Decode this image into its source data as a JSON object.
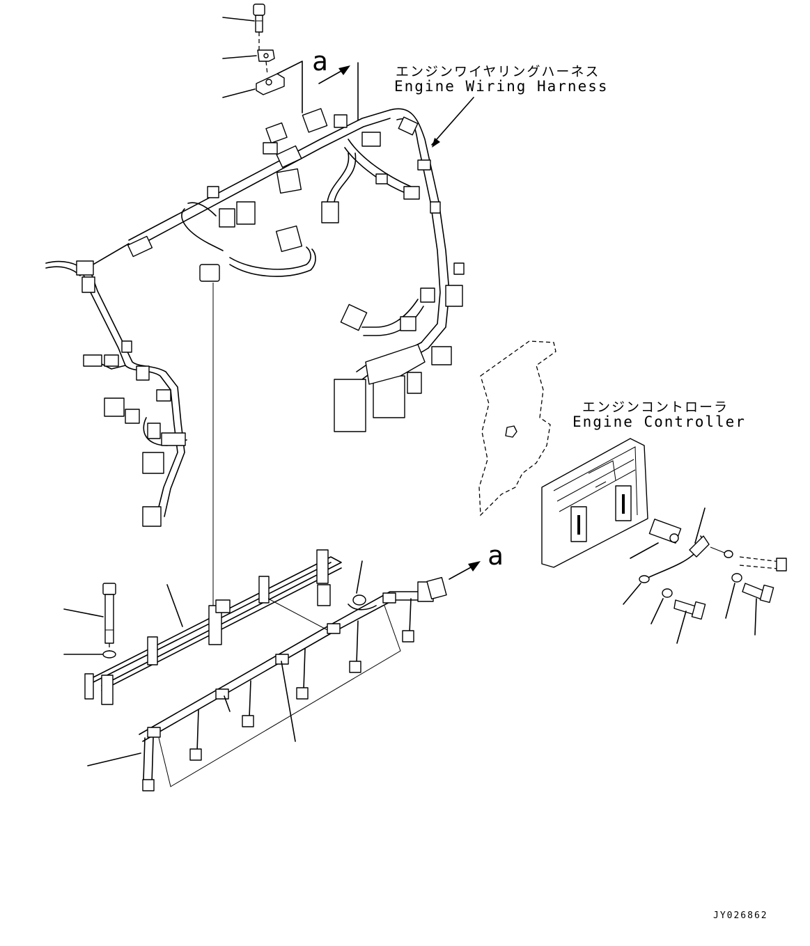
{
  "labels": {
    "harness_jp": "エンジンワイヤリングハーネス",
    "harness_en": "Engine Wiring Harness",
    "controller_jp": "エンジンコントローラ",
    "controller_en": "Engine Controller",
    "ref_a_top": "a",
    "ref_a_bottom": "a",
    "drawing_code": "JY026862"
  }
}
